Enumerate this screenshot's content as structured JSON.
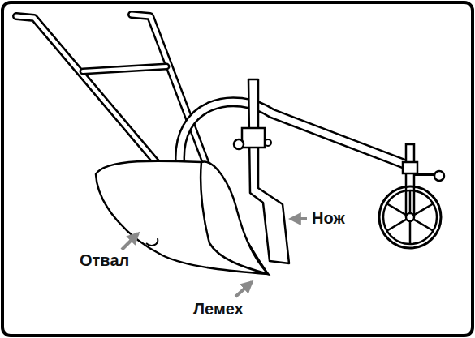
{
  "diagram": {
    "labels": [
      "Нож",
      "Отвал",
      "Лемех"
    ]
  }
}
